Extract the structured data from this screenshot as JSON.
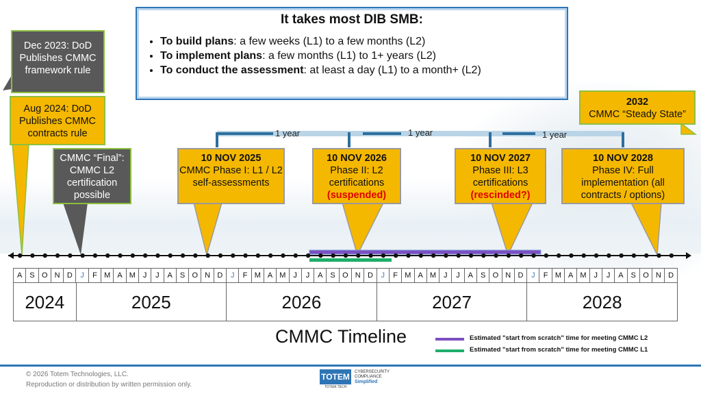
{
  "smb_box": {
    "heading": "It takes most DIB SMB:",
    "items": [
      {
        "bold": "To build plans",
        "rest": ": a few weeks (L1) to a few months (L2)"
      },
      {
        "bold": "To implement plans",
        "rest": ": a few months (L1) to 1+ years (L2)"
      },
      {
        "bold": "To conduct the assessment",
        "rest": ": at least a day (L1) to a month+ (L2)"
      }
    ]
  },
  "callouts": {
    "dec2023": "Dec 2023: DoD Publishes CMMC framework rule",
    "aug2024": "Aug 2024: DoD Publishes CMMC contracts rule",
    "final": "CMMC “Final”: CMMC L2 certification possible",
    "phase1": {
      "date": "10 NOV 2025",
      "text": "CMMC Phase I: L1 / L2 self-assessments"
    },
    "phase2": {
      "date": "10 NOV 2026",
      "text": "Phase II: L2 certifications",
      "note": "(suspended)"
    },
    "phase3": {
      "date": "10 NOV 2027",
      "text": "Phase III: L3 certifications",
      "note": "(rescinded?)"
    },
    "phase4": {
      "date": "10 NOV 2028",
      "text": "Phase IV: Full implementation (all contracts / options)"
    },
    "steady": {
      "year": "2032",
      "text": "CMMC “Steady State”"
    }
  },
  "year_labels": [
    "1 year",
    "1 year",
    "1 year"
  ],
  "months": [
    "A",
    "S",
    "O",
    "N",
    "D",
    "J",
    "F",
    "M",
    "A",
    "M",
    "J",
    "J",
    "A",
    "S",
    "O",
    "N",
    "D",
    "J",
    "F",
    "M",
    "A",
    "M",
    "J",
    "J",
    "A",
    "S",
    "O",
    "N",
    "D",
    "J",
    "F",
    "M",
    "A",
    "M",
    "J",
    "J",
    "A",
    "S",
    "O",
    "N",
    "D",
    "J",
    "F",
    "M",
    "A",
    "M",
    "J",
    "J",
    "A",
    "S",
    "O",
    "N",
    "D"
  ],
  "years": [
    "2024",
    "2025",
    "2026",
    "2027",
    "2028"
  ],
  "title": "CMMC Timeline",
  "legend": {
    "l2": "Estimated \"start from scratch\" time for meeting CMMC L2",
    "l1": "Estimated \"start from scratch\" time for meeting CMMC L1",
    "l2_color": "#7b4fc1",
    "l1_color": "#1fae6a"
  },
  "footer": {
    "copyright": "© 2026 Totem Technologies, LLC.",
    "rights": "Reproduction or distribution by written permission only.",
    "logo": "TOTEM",
    "logo_sub": "TOTEM.TECH",
    "tag1": "CYBERSECURITY",
    "tag2": "COMPLIANCE",
    "tag3": "Simplified"
  }
}
